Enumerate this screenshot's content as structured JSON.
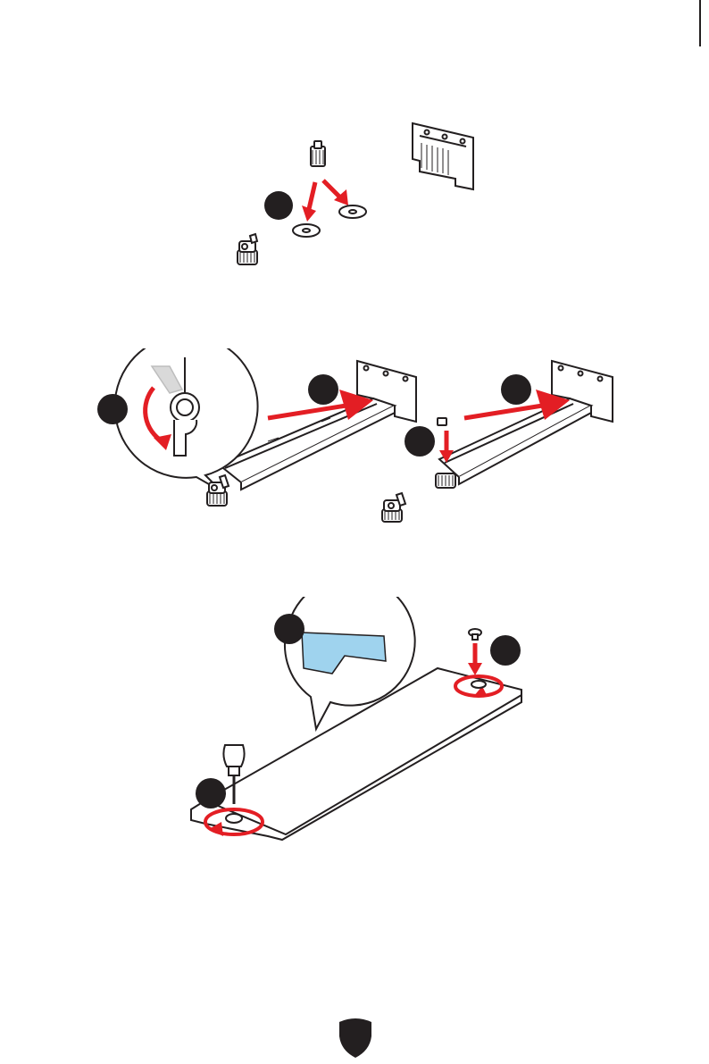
{
  "colors": {
    "line": "#231f20",
    "arrow": "#e31e24",
    "badge": "#231f20",
    "thermal_pad": "#9fd3ee",
    "shield": "#231f20"
  },
  "icons": {
    "screw": "standoff-screw-icon",
    "connector": "m2-slot-connector-icon",
    "latch": "ez-latch-icon",
    "screwdriver": "screwdriver-icon",
    "logo": "shield-logo-icon"
  },
  "steps": [
    {
      "id": "remove-standoff",
      "badge": ""
    },
    {
      "id": "rotate-latch",
      "badge": ""
    },
    {
      "id": "insert-ssd-left",
      "badge": ""
    },
    {
      "id": "insert-ssd-right",
      "badge": ""
    },
    {
      "id": "secure-screw-right",
      "badge": ""
    },
    {
      "id": "peel-film",
      "badge": ""
    },
    {
      "id": "heatsink-screw-right",
      "badge": ""
    },
    {
      "id": "heatsink-screw-left",
      "badge": ""
    }
  ]
}
